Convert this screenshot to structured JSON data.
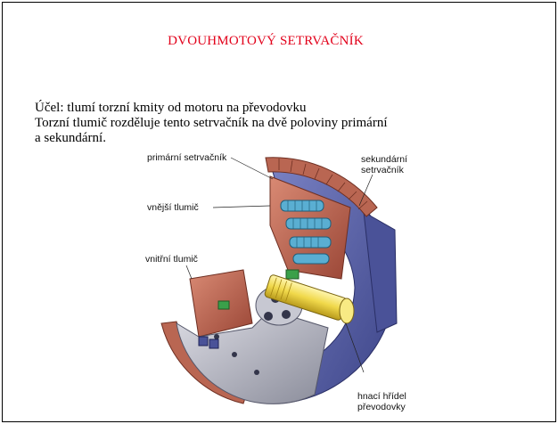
{
  "slide": {
    "title": "DVOUHMOTOVÝ SETRVAČNÍK",
    "lines": [
      "Účel: tlumí torzní kmity od motoru na převodovku",
      "Torzní tlumič rozděluje tento setrvačník na dvě poloviny primární",
      "a sekundární."
    ]
  },
  "figure": {
    "labels": {
      "primary_flywheel": "primární setrvačník",
      "secondary_flywheel_1": "sekundární",
      "secondary_flywheel_2": "setrvačník",
      "outer_damper": "vnější tlumič",
      "inner_damper": "vnitřní tlumič",
      "shaft_1": "hnací hřídel",
      "shaft_2": "převodovky"
    },
    "colors": {
      "title": "#e2001a",
      "primary_disc": "#c96a55",
      "secondary_disc": "#5a62a8",
      "shaft": "#f2e06a",
      "springs": "#4aa0c8"
    }
  }
}
